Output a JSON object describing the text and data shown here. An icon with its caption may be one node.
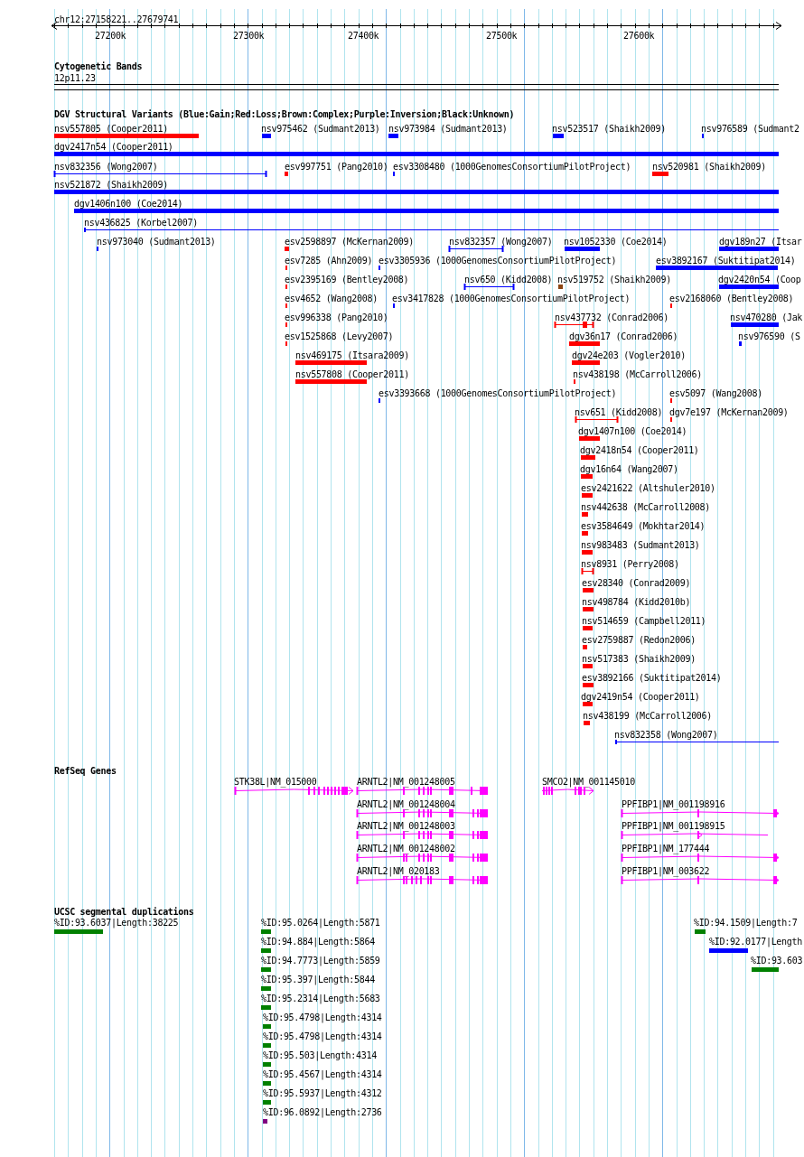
{
  "diagram": {
    "nodes": [
      {
        "text": [
          "nsv557805 (Cooper2011)"
        ]
      },
      {
        "text": [
          "nsv975462 (Sudmant2013)"
        ]
      },
      {
        "text": [
          "nsv973984 (Sudmant2013)"
        ]
      },
      {
        "text": [
          "nsv523517 (Shaikh2009)"
        ]
      },
      {
        "text": [
          "nsv976589 (Sudmant2"
        ]
      },
      {
        "text": [
          "dgv2417n54 (Cooper2011)"
        ]
      },
      {
        "text": [
          "nsv832356 (Wong2007)"
        ]
      },
      {
        "text": [
          "esv997751 (Pang2010)"
        ]
      },
      {
        "text": [
          "esv3308480 (1000GenomesConsortiumPilotProject)"
        ]
      },
      {
        "text": [
          "nsv520981 (Shaikh2009)"
        ]
      },
      {
        "text": [
          "nsv521872 (Shaikh2009)"
        ]
      },
      {
        "text": [
          "dgv1406n100 (Coe2014)"
        ]
      },
      {
        "text": [
          "nsv436825 (Korbel2007)"
        ]
      },
      {
        "text": [
          "nsv973040 (Sudmant2013)"
        ]
      },
      {
        "text": [
          "esv2598897 (McKernan2009)"
        ]
      },
      {
        "text": [
          "nsv832357 (Wong2007)"
        ]
      },
      {
        "text": [
          "nsv1052330 (Coe2014)"
        ]
      },
      {
        "text": [
          "dgv189n27 (Itsar"
        ]
      },
      {
        "text": [
          "esv7285 (Ahn2009)"
        ]
      },
      {
        "text": [
          "esv3305936 (1000GenomesConsortiumPilotProject)"
        ]
      },
      {
        "text": [
          "esv3892167 (Suktitipat2014)"
        ]
      },
      {
        "text": [
          "esv2395169 (Bentley2008)"
        ]
      },
      {
        "text": [
          "nsv650 (Kidd2008)"
        ]
      },
      {
        "text": [
          "nsv519752 (Shaikh2009)"
        ]
      },
      {
        "text": [
          "dgv2420n54 (Coop"
        ]
      },
      {
        "text": [
          "esv4652 (Wang2008)"
        ]
      },
      {
        "text": [
          "esv3417828 (1000GenomesConsortiumPilotProject)"
        ]
      },
      {
        "text": [
          "esv2168060 (Bentley2008)"
        ]
      },
      {
        "text": [
          "esv996338 (Pang2010)"
        ]
      },
      {
        "text": [
          "nsv437732 (Conrad2006)"
        ]
      },
      {
        "text": [
          "nsv470280 (Jak"
        ]
      },
      {
        "text": [
          "esv1525868 (Levy2007)"
        ]
      },
      {
        "text": [
          "dgv36n17 (Conrad2006)"
        ]
      },
      {
        "text": [
          "nsv976590 (S"
        ]
      },
      {
        "text": [
          "nsv469175 (Itsara2009)"
        ]
      },
      {
        "text": [
          "dgv24e203 (Vogler2010)"
        ]
      },
      {
        "text": [
          "nsv557808 (Cooper2011)"
        ]
      },
      {
        "text": [
          "nsv438198 (McCarroll2006)"
        ]
      },
      {
        "text": [
          "esv3393668 (1000GenomesConsortiumPilotProject)"
        ]
      },
      {
        "text": [
          "esv5097 (Wang2008)"
        ]
      },
      {
        "text": [
          "nsv651 (Kidd2008)"
        ]
      },
      {
        "text": [
          "dgv7e197 (McKernan2009)"
        ]
      },
      {
        "text": [
          "dgv1407n100 (Coe2014)"
        ]
      },
      {
        "text": [
          "dgv2418n54 (Cooper2011)"
        ]
      },
      {
        "text": [
          "dgv16n64 (Wang2007)"
        ]
      },
      {
        "text": [
          "esv2421622 (Altshuler2010)"
        ]
      },
      {
        "text": [
          "nsv442638 (McCarroll2008)"
        ]
      },
      {
        "text": [
          "esv3584649 (Mokhtar2014)"
        ]
      },
      {
        "text": [
          "nsv983483 (Sudmant2013)"
        ]
      },
      {
        "text": [
          "nsv8931 (Perry2008)"
        ]
      },
      {
        "text": [
          "esv28340 (Conrad2009)"
        ]
      },
      {
        "text": [
          "nsv498784 (Kidd2010b)"
        ]
      },
      {
        "text": [
          "nsv514659 (Campbell2011)"
        ]
      },
      {
        "text": [
          "esv2759887 (Redon2006)"
        ]
      },
      {
        "text": [
          "nsv517383 (Shaikh2009)"
        ]
      },
      {
        "text": [
          "esv3892166 (Suktitipat2014)"
        ]
      },
      {
        "text": [
          "dgv2419n54 (Cooper2011)"
        ]
      },
      {
        "text": [
          "nsv438199 (McCarroll2006)"
        ]
      },
      {
        "text": [
          "nsv832358 (Wong2007)"
        ]
      },
      {
        "text": [
          "STK38L|NM_015000"
        ]
      },
      {
        "text": [
          "ARNTL2|NM_001248005"
        ]
      },
      {
        "text": [
          "SMCO2|NM_001145010"
        ]
      },
      {
        "text": [
          "ARNTL2|NM_001248004"
        ]
      },
      {
        "text": [
          "PPFIBP1|NM_001198916"
        ]
      },
      {
        "text": [
          "ARNTL2|NM_001248003"
        ]
      },
      {
        "text": [
          "PPFIBP1|NM_001198915"
        ]
      },
      {
        "text": [
          "ARNTL2|NM_001248002"
        ]
      },
      {
        "text": [
          "PPFIBP1|NM_177444"
        ]
      },
      {
        "text": [
          "ARNTL2|NM_020183"
        ]
      },
      {
        "text": [
          "PPFIBP1|NM_003622"
        ]
      },
      {
        "text": [
          "%ID:93.6037|Length:38225"
        ]
      },
      {
        "text": [
          "%ID:95.0264|Length:5871"
        ]
      },
      {
        "text": [
          "%ID:94.1509|Length:7"
        ]
      },
      {
        "text": [
          "%ID:94.884|Length:5864"
        ]
      },
      {
        "text": [
          "%ID:92.0177|Length"
        ]
      },
      {
        "text": [
          "%ID:94.7773|Length:5859"
        ]
      },
      {
        "text": [
          "%ID:93.603"
        ]
      },
      {
        "text": [
          "%ID:95.397|Length:5844"
        ]
      },
      {
        "text": [
          "%ID:95.2314|Length:5683"
        ]
      },
      {
        "text": [
          "%ID:95.4798|Length:4314"
        ]
      },
      {
        "text": [
          "%ID:95.4798|Length:4314"
        ]
      },
      {
        "text": [
          "%ID:95.503|Length:4314"
        ]
      },
      {
        "text": [
          "%ID:95.4567|Length:4314"
        ]
      },
      {
        "text": [
          "%ID:95.5937|Length:4312"
        ]
      },
      {
        "text": [
          "%ID:96.0892|Length:2736"
        ]
      }
    ],
    "labels": [
      "chr12:27158221..27679741",
      "27200k",
      "27300k",
      "27400k",
      "27500k",
      "27600k",
      "Cytogenetic Bands",
      "12p11.23",
      "DGV Structural Variants (Blue:Gain;Red:Loss;Brown:Complex;Purple:Inversion;Black:Unknown)",
      "RefSeq Genes",
      "UCSC segmental duplications"
    ]
  }
}
